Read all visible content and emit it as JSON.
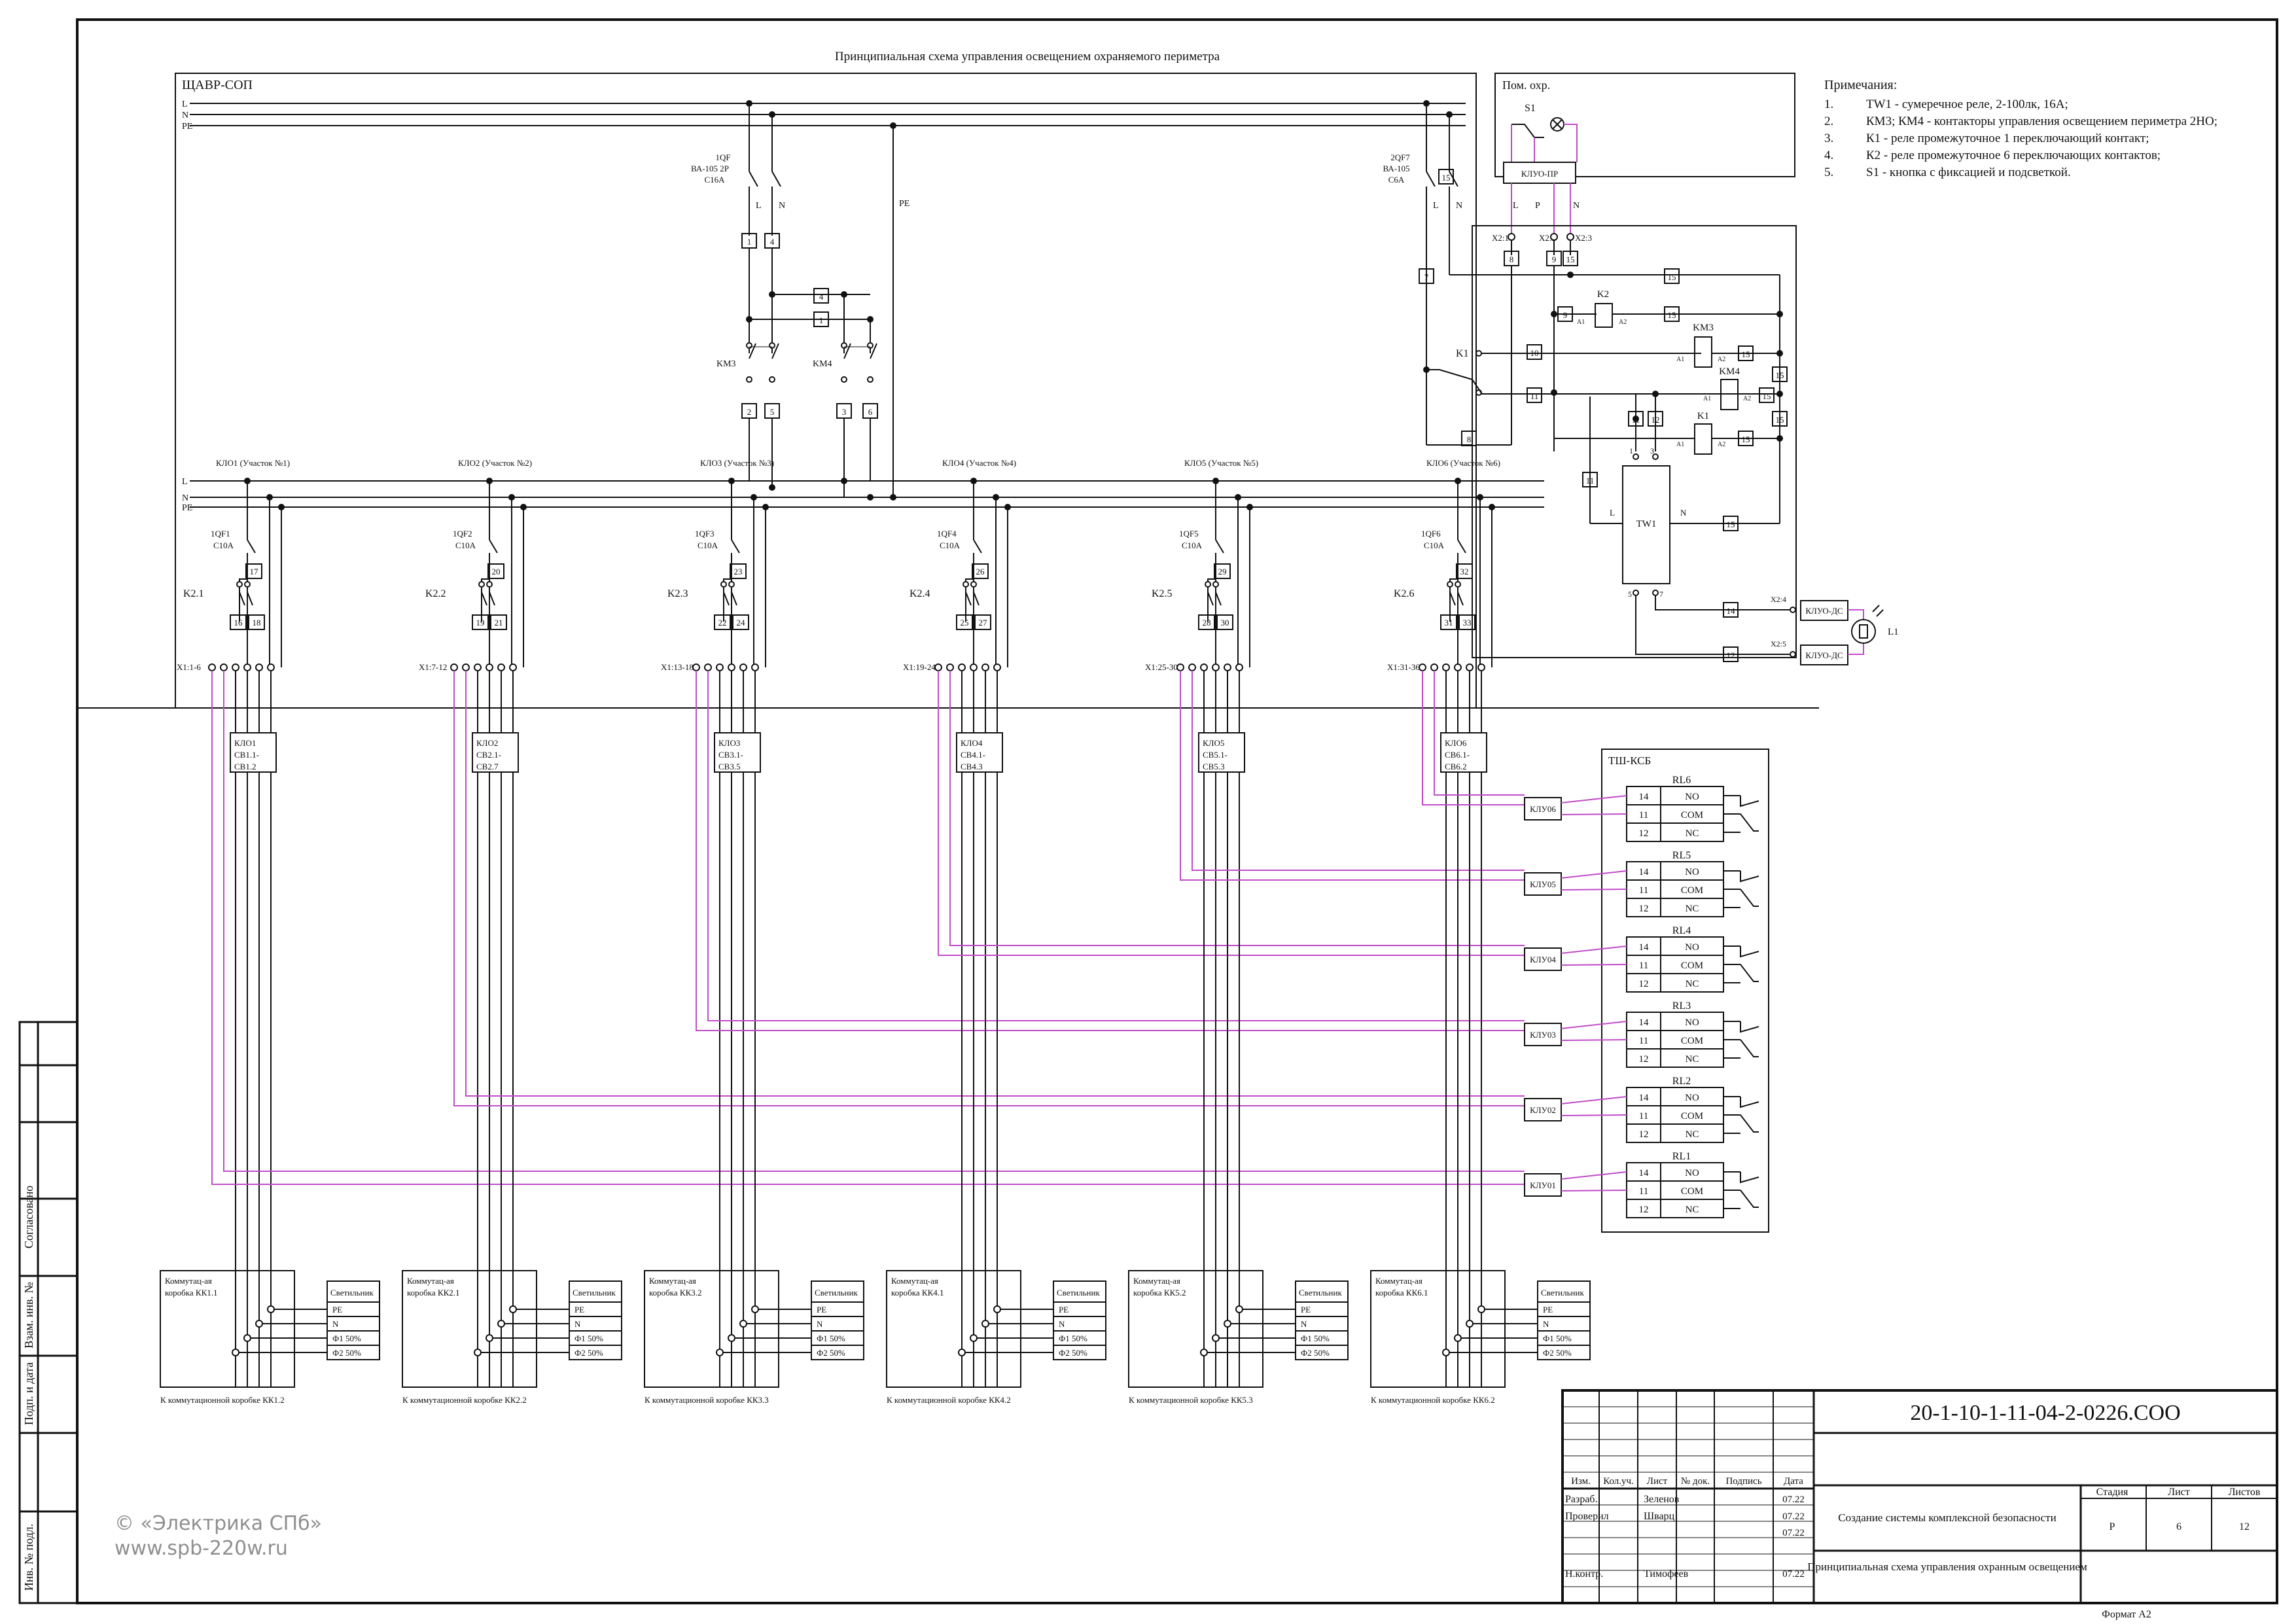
{
  "title": "Принципиальная схема управления освещением охраняемого периметра",
  "panel": {
    "name": "ЩАВР-СОП",
    "buses": [
      "L",
      "N",
      "PE"
    ],
    "pe_label": "PE",
    "qf_left": {
      "lines": [
        "1QF",
        "ВА-105 2P",
        "C16A"
      ],
      "pole_l": "L",
      "pole_n": "N"
    },
    "qf_right": {
      "lines": [
        "2QF7",
        "ВА-105",
        "C6A"
      ],
      "pole_l": "L",
      "pole_n": "N"
    },
    "km3": "KM3",
    "km4": "KM4",
    "terminals_top": [
      "1",
      "4"
    ],
    "terminals_mid": [
      "4",
      "1"
    ],
    "terminals_bot": [
      "2",
      "5",
      "3",
      "6"
    ],
    "terminals_right": [
      "15",
      "7",
      "8"
    ]
  },
  "guard_room": {
    "title": "Пом. охр.",
    "switch": "S1",
    "device": "КЛУО-ПР",
    "pins": [
      "L",
      "P",
      "N"
    ]
  },
  "control": {
    "x2": [
      "X2:1",
      "X2:2",
      "X2:3",
      "X2:4",
      "X2:5"
    ],
    "k1": "K1",
    "k2": "K2",
    "km3": "KM3",
    "km4": "KM4",
    "tw1": "TW1",
    "tw1_pins": {
      "l": "L",
      "n": "N",
      "p1": "1",
      "p3": "3",
      "p5": "5",
      "p7": "7"
    },
    "a1": "A1",
    "a2": "A2",
    "wires": [
      "15",
      "9",
      "10",
      "11",
      "12",
      "13",
      "14",
      "8",
      "7"
    ],
    "klu_ds": [
      "КЛУО-ДС",
      "КЛУО-ДС"
    ],
    "sensor": "L1"
  },
  "notes": {
    "title": "Примечания:",
    "items": [
      {
        "n": "1.",
        "text": "TW1 - сумеречное реле, 2-100лк, 16А;"
      },
      {
        "n": "2.",
        "text": "КМ3; КМ4 - контакторы управления освещением периметра 2НО;"
      },
      {
        "n": "3.",
        "text": "К1 - реле промежуточное 1 переключающий контакт;"
      },
      {
        "n": "4.",
        "text": "К2 - реле промежуточное 6 переключающих контактов;"
      },
      {
        "n": "5.",
        "text": "S1 - кнопка с фиксацией и подсветкой."
      }
    ]
  },
  "sections": [
    {
      "label": "КЛО1 (Участок №1)",
      "qf": [
        "1QF1",
        "C10A"
      ],
      "relay": "K2.1",
      "t_top": "17",
      "t_left": "16",
      "t_right": "18",
      "x1": "X1:1-6",
      "cable": [
        "КЛО1",
        "СВ1.1-",
        "СВ1.2"
      ],
      "box": [
        "Коммутац-ая",
        "коробка КК1.1"
      ],
      "footer": "К коммутационной коробке КК1.2"
    },
    {
      "label": "КЛО2 (Участок №2)",
      "qf": [
        "1QF2",
        "C10A"
      ],
      "relay": "K2.2",
      "t_top": "20",
      "t_left": "19",
      "t_right": "21",
      "x1": "X1:7-12",
      "cable": [
        "КЛО2",
        "СВ2.1-",
        "СВ2.7"
      ],
      "box": [
        "Коммутац-ая",
        "коробка КК2.1"
      ],
      "footer": "К коммутационной коробке КК2.2"
    },
    {
      "label": "КЛО3 (Участок №3)",
      "qf": [
        "1QF3",
        "C10A"
      ],
      "relay": "K2.3",
      "t_top": "23",
      "t_left": "22",
      "t_right": "24",
      "x1": "X1:13-18",
      "cable": [
        "КЛО3",
        "СВ3.1-",
        "СВ3.5"
      ],
      "box": [
        "Коммутац-ая",
        "коробка КК3.2"
      ],
      "footer": "К коммутационной коробке КК3.3"
    },
    {
      "label": "КЛО4 (Участок №4)",
      "qf": [
        "1QF4",
        "C10A"
      ],
      "relay": "K2.4",
      "t_top": "26",
      "t_left": "25",
      "t_right": "27",
      "x1": "X1:19-24",
      "cable": [
        "КЛО4",
        "СВ4.1-",
        "СВ4.3"
      ],
      "box": [
        "Коммутац-ая",
        "коробка КК4.1"
      ],
      "footer": "К коммутационной коробке КК4.2"
    },
    {
      "label": "КЛО5 (Участок №5)",
      "qf": [
        "1QF5",
        "C10A"
      ],
      "relay": "K2.5",
      "t_top": "29",
      "t_left": "28",
      "t_right": "30",
      "x1": "X1:25-30",
      "cable": [
        "КЛО5",
        "СВ5.1-",
        "СВ5.3"
      ],
      "box": [
        "Коммутац-ая",
        "коробка КК5.2"
      ],
      "footer": "К коммутационной коробке КК5.3"
    },
    {
      "label": "КЛО6 (Участок №6)",
      "qf": [
        "1QF6",
        "C10A"
      ],
      "relay": "K2.6",
      "t_top": "32",
      "t_left": "31",
      "t_right": "33",
      "x1": "X1:31-36",
      "cable": [
        "КЛО6",
        "СВ6.1-",
        "СВ6.2"
      ],
      "box": [
        "Коммутац-ая",
        "коробка КК6.1"
      ],
      "footer": "К коммутационной коробке КК6.2"
    }
  ],
  "lamp_table": {
    "header": "Светильник",
    "rows": [
      "PE",
      "N",
      "Ф1 50%",
      "Ф2 50%"
    ]
  },
  "tsh": {
    "title": "ТШ-КСБ",
    "relays": [
      {
        "name": "RL6",
        "klu": "КЛУ06"
      },
      {
        "name": "RL5",
        "klu": "КЛУ05"
      },
      {
        "name": "RL4",
        "klu": "КЛУ04"
      },
      {
        "name": "RL3",
        "klu": "КЛУ03"
      },
      {
        "name": "RL2",
        "klu": "КЛУ02"
      },
      {
        "name": "RL1",
        "klu": "КЛУ01"
      }
    ],
    "pins": [
      {
        "n": "14",
        "t": "NO"
      },
      {
        "n": "11",
        "t": "COM"
      },
      {
        "n": "12",
        "t": "NC"
      }
    ]
  },
  "stamp": {
    "code": "20-1-10-1-11-04-2-0226.СОО",
    "headers": [
      "Изм.",
      "Кол.уч.",
      "Лист",
      "№ док.",
      "Подпись",
      "Дата"
    ],
    "people": [
      {
        "role": "Разраб.",
        "name": "Зеленов",
        "date": "07.22"
      },
      {
        "role": "Проверил",
        "name": "Шварц",
        "date": "07.22"
      },
      {
        "role": "",
        "name": "",
        "date": "07.22"
      },
      {
        "role": "Н.контр.",
        "name": "Тимофеев",
        "date": "07.22"
      }
    ],
    "project": "Создание системы комплексной безопасности",
    "sheet_title": "Принципиальная схема управления охранным освещением",
    "stage_label": "Стадия",
    "sheet_label": "Лист",
    "sheets_label": "Листов",
    "stage": "Р",
    "sheet": "6",
    "sheets": "12",
    "format": "Формат А2"
  },
  "side_stamp": [
    "Согласовано",
    "Взам. инв. №",
    "Подп. и дата",
    "Инв. № подл."
  ],
  "watermark": {
    "line1": "© «Электрика СПб»",
    "line2": "www.spb-220w.ru"
  },
  "colors": {
    "line": "#111111",
    "wire_magenta": "#c04cc8",
    "watermark": "#8f8f8f"
  }
}
